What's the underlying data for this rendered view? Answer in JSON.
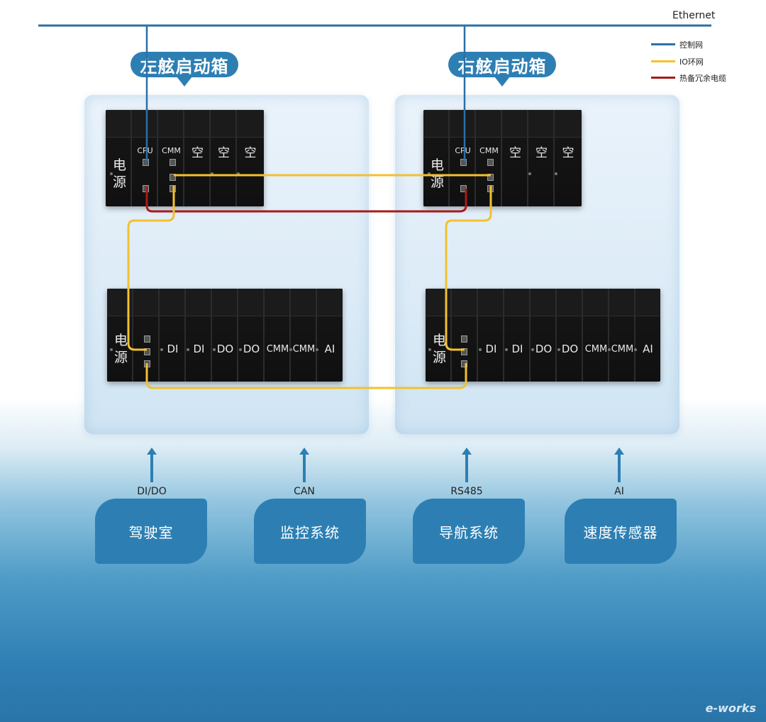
{
  "network": {
    "ethernet_label": "Ethernet"
  },
  "legend": [
    {
      "label": "控制网",
      "color": "#2d6fa6"
    },
    {
      "label": "IO环网",
      "color": "#f2c12e"
    },
    {
      "label": "热备冗余电缆",
      "color": "#a81a1a"
    }
  ],
  "boxes": {
    "left": {
      "title": "左舷启动箱",
      "controller": {
        "psu": [
          "电",
          "源"
        ],
        "slots": [
          "CPU",
          "CMM",
          "空",
          "空",
          "空"
        ]
      },
      "io": {
        "psu": [
          "电",
          "源"
        ],
        "slots": [
          "",
          "DI",
          "DI",
          "DO",
          "DO",
          "CMM",
          "CMM",
          "AI"
        ]
      }
    },
    "right": {
      "title": "右舷启动箱",
      "controller": {
        "psu": [
          "电",
          "源"
        ],
        "slots": [
          "CPU",
          "CMM",
          "空",
          "空",
          "空"
        ]
      },
      "io": {
        "psu": [
          "电",
          "源"
        ],
        "slots": [
          "",
          "DI",
          "DI",
          "DO",
          "DO",
          "CMM",
          "CMM",
          "AI"
        ]
      }
    }
  },
  "systems": [
    {
      "signal": "DI/DO",
      "name": "驾驶室"
    },
    {
      "signal": "CAN",
      "name": "监控系统"
    },
    {
      "signal": "RS485",
      "name": "导航系统"
    },
    {
      "signal": "AI",
      "name": "速度传感器"
    }
  ],
  "watermark": "e-works",
  "colors": {
    "accent": "#2d7fb3",
    "control_net": "#2d6fa6",
    "io_ring": "#f2c12e",
    "redundant": "#a81a1a"
  }
}
